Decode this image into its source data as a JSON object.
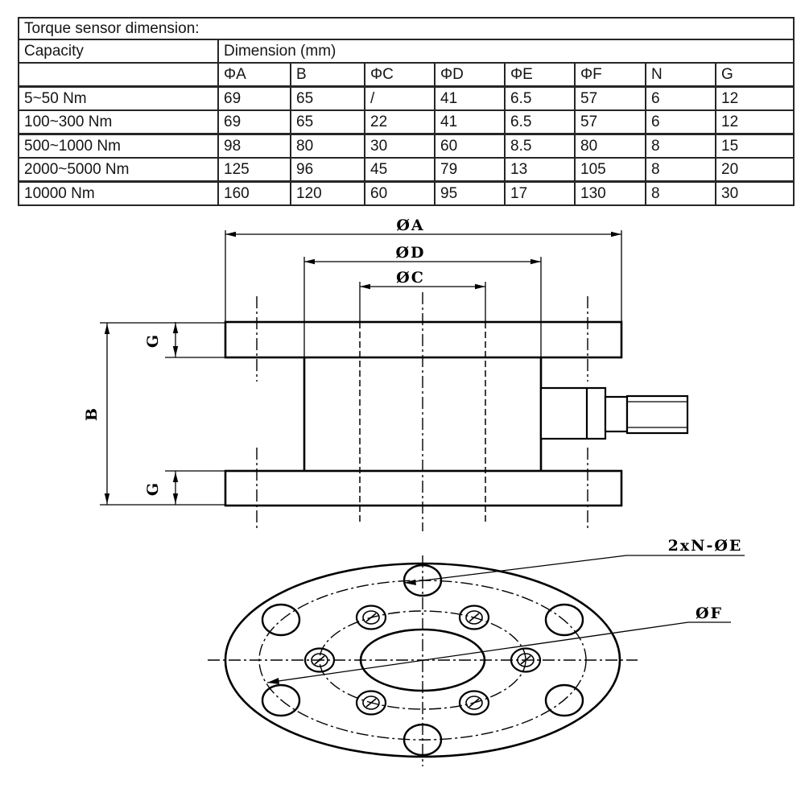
{
  "page": {
    "background": "#ffffff",
    "line_color": "#000000"
  },
  "table": {
    "title": "Torque sensor dimension:",
    "capacity_header": "Capacity",
    "dimension_group_header": "Dimension (mm)",
    "columns": [
      "ΦA",
      "B",
      "ΦC",
      "ΦD",
      "ΦE",
      "ΦF",
      "N",
      "G"
    ],
    "rows": [
      {
        "capacity": "5~50 Nm",
        "values": [
          "69",
          "65",
          "/",
          "41",
          "6.5",
          "57",
          "6",
          "12"
        ]
      },
      {
        "capacity": "100~300 Nm",
        "values": [
          "69",
          "65",
          "22",
          "41",
          "6.5",
          "57",
          "6",
          "12"
        ]
      },
      {
        "capacity": "500~1000 Nm",
        "values": [
          "98",
          "80",
          "30",
          "60",
          "8.5",
          "80",
          "8",
          "15"
        ]
      },
      {
        "capacity": "2000~5000 Nm",
        "values": [
          "125",
          "96",
          "45",
          "79",
          "13",
          "105",
          "8",
          "20"
        ]
      },
      {
        "capacity": "10000 Nm",
        "values": [
          "160",
          "120",
          "60",
          "95",
          "17",
          "130",
          "8",
          "30"
        ]
      }
    ]
  },
  "side_view": {
    "labels": {
      "dia_a": "ØA",
      "dia_d": "ØD",
      "dia_c": "ØC",
      "height_b": "B",
      "flange_g_top": "G",
      "flange_g_bottom": "G"
    }
  },
  "bottom_view": {
    "labels": {
      "bolt_holes": "2xN-ØE",
      "bolt_circle_dia": "ØF"
    }
  }
}
